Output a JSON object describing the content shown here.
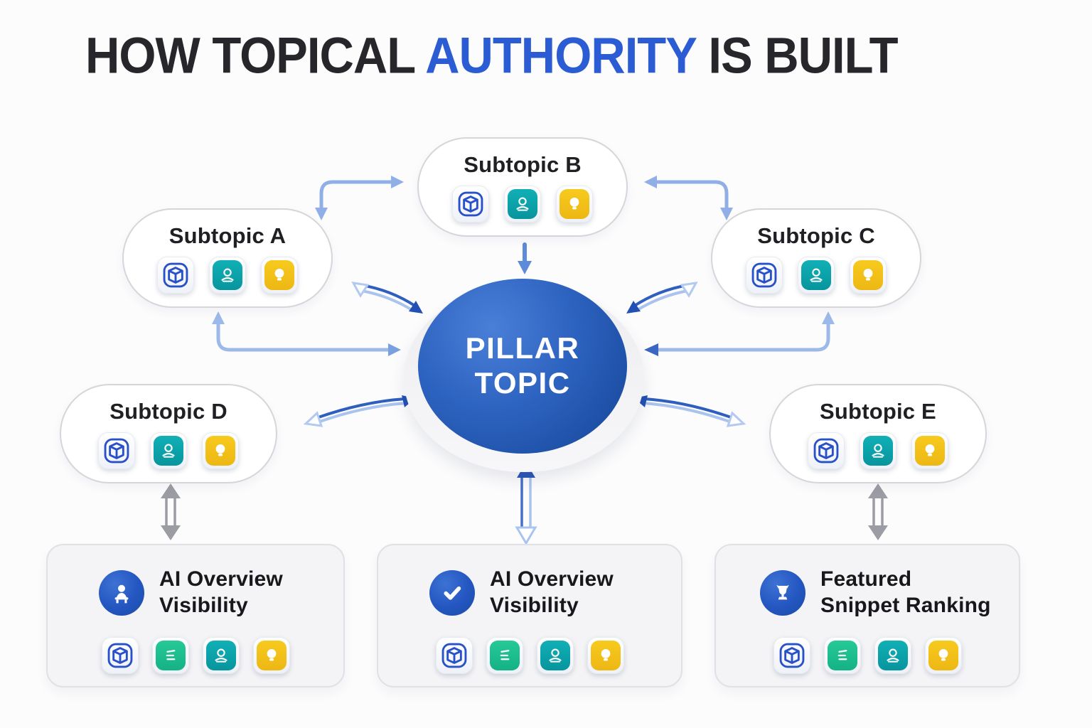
{
  "title": {
    "part1": "HOW TOPICAL ",
    "highlight": "AUTHORITY",
    "part2": " IS BUILT"
  },
  "pillar": {
    "line1": "PILLAR",
    "line2": "TOPIC"
  },
  "subtopics": [
    {
      "label": "Subtopic A"
    },
    {
      "label": "Subtopic B"
    },
    {
      "label": "Subtopic C"
    },
    {
      "label": "Subtopic D"
    },
    {
      "label": "Subtopic E"
    }
  ],
  "subtopic_tile_icons": [
    "cube-icon",
    "person-icon",
    "lightbulb-icon"
  ],
  "card_tile_icons": [
    "cube-icon",
    "writing-icon",
    "person-icon",
    "lightbulb-icon"
  ],
  "cards": [
    {
      "badge_icon": "analyst-user-icon",
      "line1": "AI Overview",
      "line2": "Visibility"
    },
    {
      "badge_icon": "checkmark-icon",
      "line1": "AI Overview",
      "line2": "Visibility"
    },
    {
      "badge_icon": "trophy-icon",
      "line1": "Featured",
      "line2": "Snippet Ranking"
    }
  ],
  "colors": {
    "accent_blue": "#2b5cd3",
    "pillar_dark": "#1d4fa5",
    "tile_teal": "#0aa4ac",
    "tile_green": "#1fc08f",
    "tile_amber": "#f2c31f",
    "arrow_light": "#9db9ea",
    "arrow_dark": "#2f5fbe",
    "arrow_gray": "#9c9ca4"
  }
}
